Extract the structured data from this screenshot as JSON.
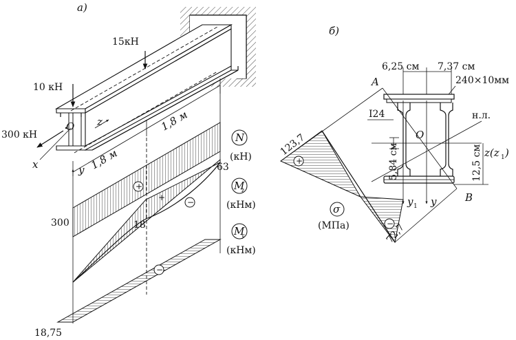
{
  "part_a": {
    "label": "а)",
    "force_top": "15кН",
    "force_left": "10 кН",
    "force_axial": "300 кН",
    "origin": "O",
    "axis_z": "z",
    "axis_x": "x",
    "axis_y": "y",
    "span1": "1,8 м",
    "span2": "1,8 м",
    "diagrams": {
      "N": {
        "symbol": "N",
        "unit": "(кН)",
        "value_left": "300"
      },
      "Mz": {
        "symbol": "M",
        "sub": "z",
        "unit": "(кНм)",
        "value_right": "63",
        "value_mid": "18"
      },
      "My": {
        "symbol": "M",
        "sub": "y",
        "unit": "(кНм)",
        "value_left": "18,75"
      },
      "signs": {
        "plus1": "+",
        "plus2": "+",
        "minus1": "−",
        "minus2": "−"
      }
    }
  },
  "part_b": {
    "label": "б)",
    "dim1": "6,25 см",
    "dim2": "7,37 см",
    "plate": "240×10мм",
    "profile": "I24",
    "origin": "O",
    "neutral_line": "н.л.",
    "dim_v1": "5,84 см",
    "dim_v2": "12,5 см",
    "axis_z": "z(z",
    "axis_z_sub": "1",
    "axis_z_close": ")",
    "axis_y1": "y",
    "axis_y1_sub": "1",
    "axis_y": "y",
    "point_a": "A",
    "point_b": "B",
    "stress_top": "123,7",
    "stress_bottom": "72,7",
    "sigma": "σ",
    "sigma_unit": "(МПа)",
    "plus": "+",
    "minus": "−"
  }
}
